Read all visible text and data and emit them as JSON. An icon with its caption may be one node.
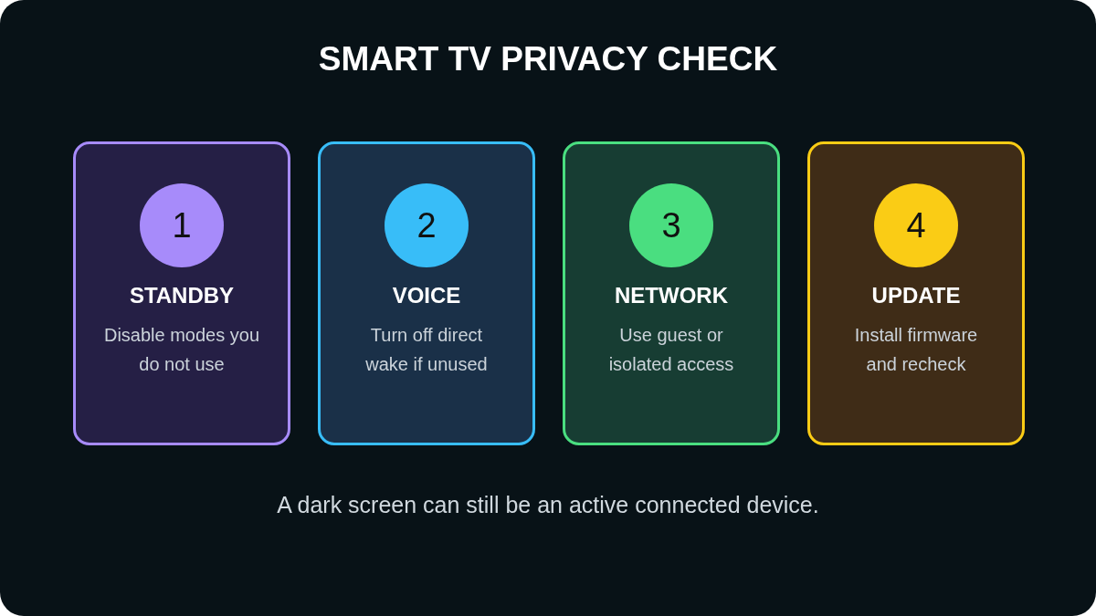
{
  "diagram": {
    "title": "SMART TV PRIVACY CHECK",
    "caption": "A dark screen can still be an active connected device.",
    "nodes": [
      {
        "text": [
          "STANDBY",
          "Disable modes you do not use"
        ]
      },
      {
        "text": [
          "1"
        ],
        "in": 0
      },
      {
        "text": [
          "VOICE",
          "Turn off direct wake if unused"
        ]
      },
      {
        "text": [
          "2"
        ],
        "in": 2
      },
      {
        "text": [
          "NETWORK",
          "Use guest or isolated access"
        ]
      },
      {
        "text": [
          "3"
        ],
        "in": 4
      },
      {
        "text": [
          "UPDATE",
          "Install firmware and recheck"
        ]
      },
      {
        "text": [
          "4"
        ],
        "in": 6
      }
    ]
  }
}
